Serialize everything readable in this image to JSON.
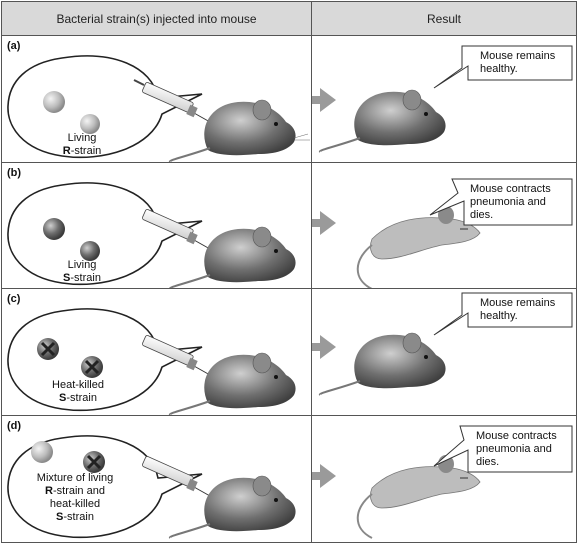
{
  "header": {
    "left": "Bacterial strain(s) injected into mouse",
    "right": "Result"
  },
  "rows": [
    {
      "label": "(a)",
      "caption_line1": "Living",
      "caption_bold": "R",
      "caption_line2_rest": "-strain",
      "result": [
        "Mouse remains",
        "healthy."
      ]
    },
    {
      "label": "(b)",
      "caption_line1": "Living",
      "caption_bold": "S",
      "caption_line2_rest": "-strain",
      "result": [
        "Mouse contracts",
        "pneumonia and",
        "dies."
      ]
    },
    {
      "label": "(c)",
      "caption_line1": "Heat-killed",
      "caption_bold": "S",
      "caption_line2_rest": "-strain",
      "result": [
        "Mouse remains",
        "healthy."
      ]
    },
    {
      "label": "(d)",
      "caption_d": {
        "line1": "Mixture of living",
        "line2_bold": "R",
        "line2_rest": "-strain and",
        "line3": "heat-killed",
        "line4_bold": "S",
        "line4_rest": "-strain"
      },
      "result": [
        "Mouse contracts",
        "pneumonia and",
        "dies."
      ]
    }
  ]
}
